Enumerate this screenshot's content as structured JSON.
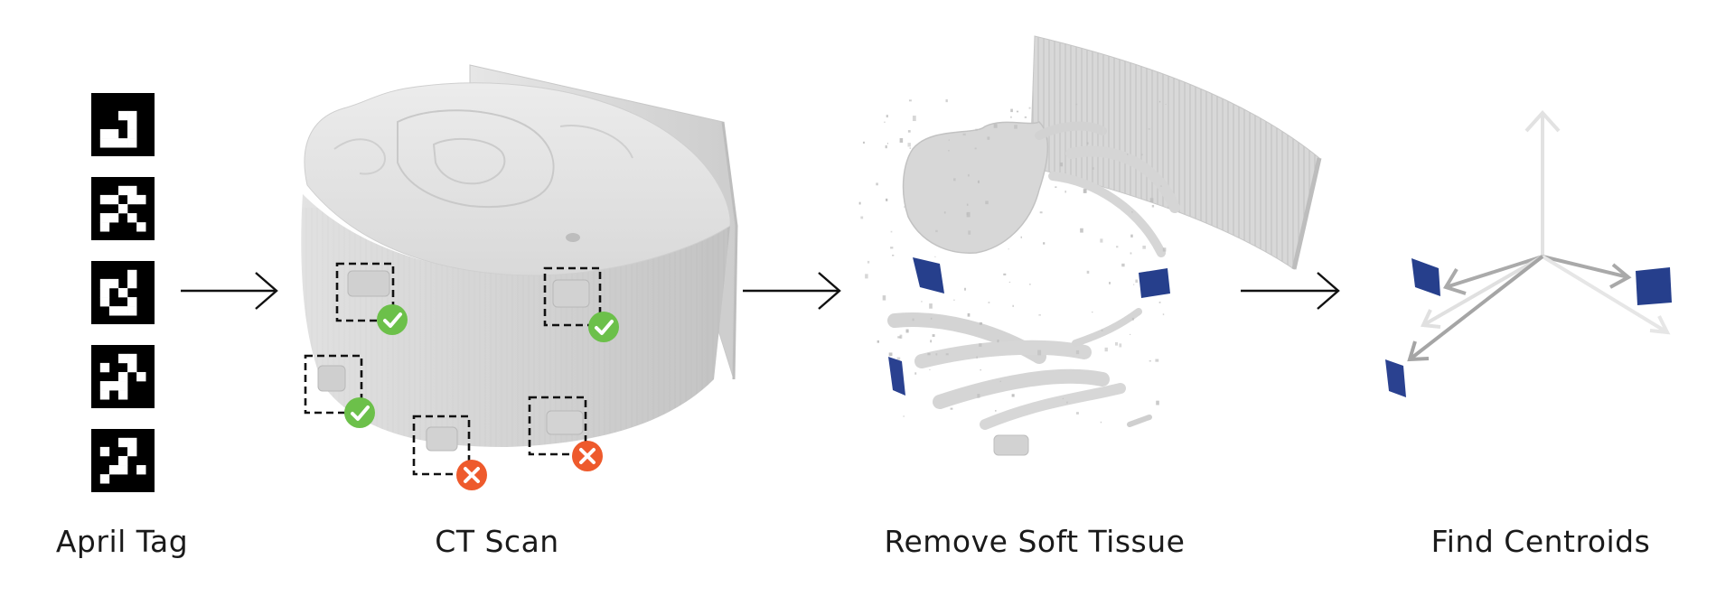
{
  "captions": [
    {
      "key": "april_tag",
      "text": "April Tag"
    },
    {
      "key": "ct_scan",
      "text": "CT Scan"
    },
    {
      "key": "remove_soft_tissue",
      "text": "Remove Soft Tissue"
    },
    {
      "key": "find_centroids",
      "text": "Find Centroids"
    }
  ],
  "tag_count": 5,
  "detections": [
    "check",
    "check",
    "check",
    "cross",
    "cross"
  ],
  "colors": {
    "tag_black": "#000000",
    "tissue_gray": "#d6d6d6",
    "marker_blue": "#263f8c",
    "check_green": "#6cc04a",
    "cross_orange": "#ee5a2c",
    "arrow": "#111111",
    "axis_gray": "#a8a8a8"
  }
}
